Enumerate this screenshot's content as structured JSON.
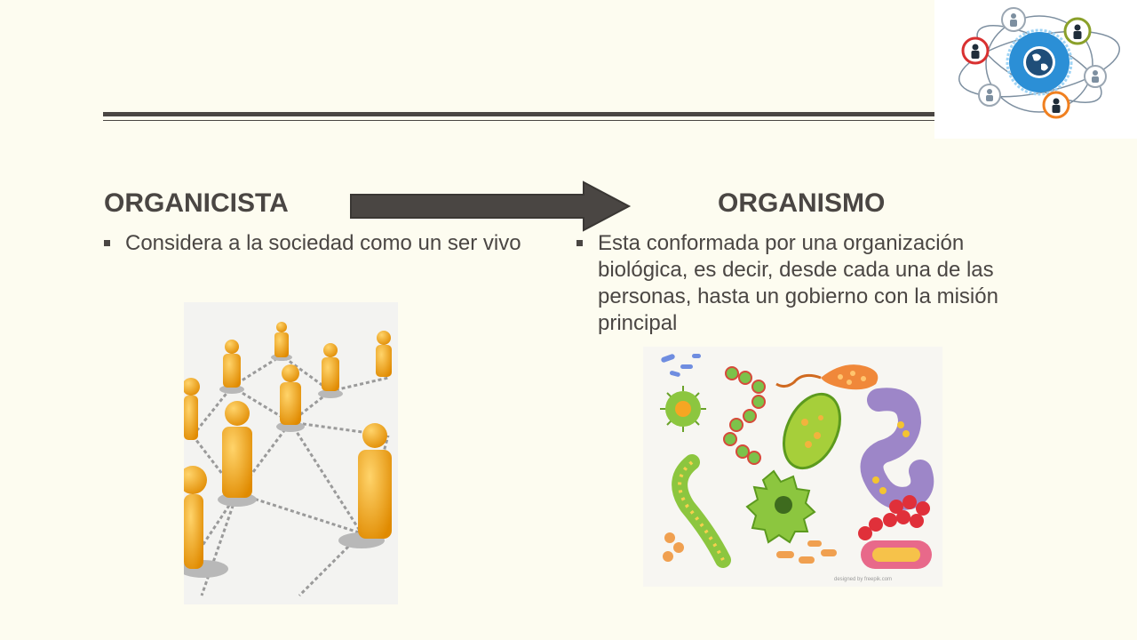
{
  "slide": {
    "left_heading": "ORGANICISTA",
    "right_heading": "ORGANISMO",
    "left_bullets": [
      "Considera a la sociedad como un ser vivo"
    ],
    "right_bullets": [
      "Esta  conformada por una organización biológica, es decir, desde cada una de las personas, hasta un gobierno con la misión principal"
    ],
    "bacteria_credit": "designed by freepik.com"
  },
  "colors": {
    "background": "#fdfcf0",
    "text": "#4a4643",
    "arrow": "#4a4643",
    "figure": "#f2a900"
  },
  "icons": [
    "network-people-logo",
    "globe-icon",
    "right-arrow",
    "square-bullet"
  ]
}
